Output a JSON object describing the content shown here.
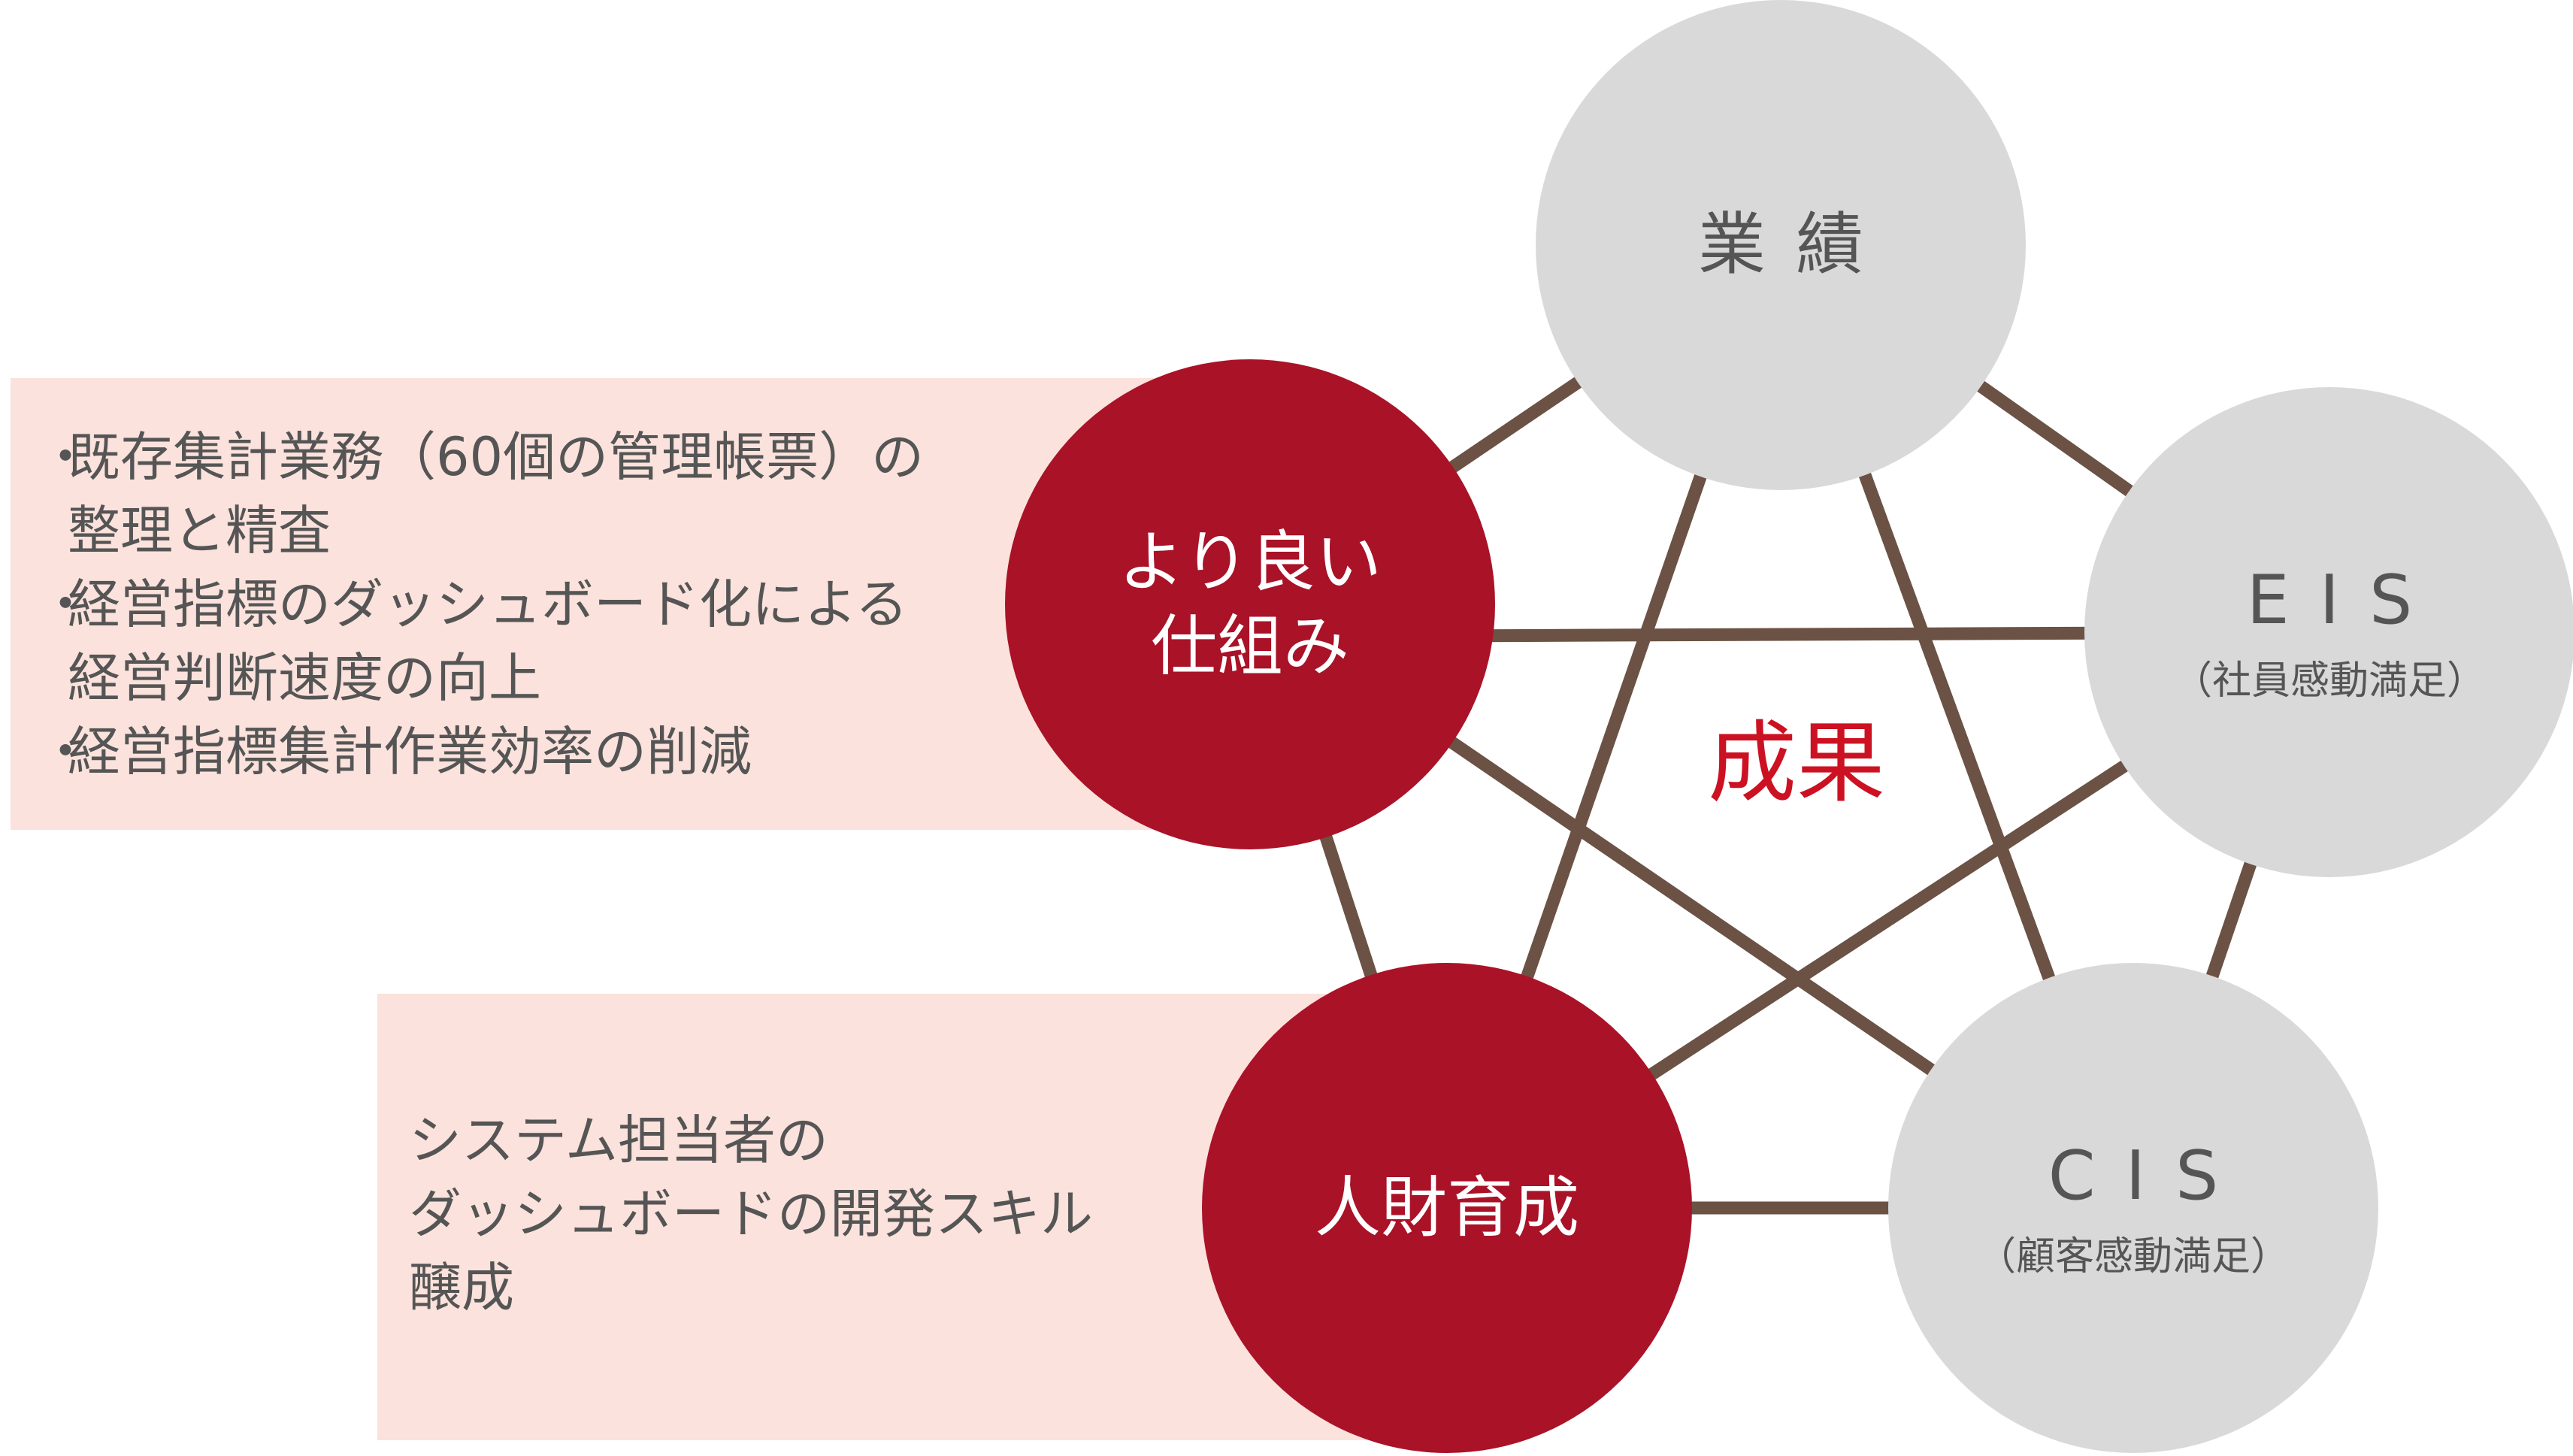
{
  "left_panels": {
    "top": {
      "bullet_symbol": "・",
      "items": [
        [
          "既存集計業務（60個の管理帳票）の",
          "整理と精査"
        ],
        [
          "経営指標のダッシュボード化による",
          "経営判断速度の向上"
        ],
        [
          "経営指標集計作業効率の削減"
        ]
      ]
    },
    "bottom": {
      "lines": [
        "システム担当者の",
        "ダッシュボードの開発スキル",
        "醸成"
      ]
    }
  },
  "nodes": {
    "performance": {
      "label": "業績"
    },
    "eis": {
      "label": "EIS",
      "sub": "（社員感動満足）"
    },
    "cis": {
      "label": "CIS",
      "sub": "（顧客感動満足）"
    },
    "mechanism": {
      "line1": "より良い",
      "line2": "仕組み"
    },
    "talent": {
      "label": "人財育成"
    }
  },
  "center": {
    "label": "成果"
  },
  "colors": {
    "connector": "#6b5244",
    "red_circle": "#a91227",
    "gray_circle": "#d9d9d9",
    "panel": "#fbe2dc",
    "center_text": "#cc1122"
  }
}
